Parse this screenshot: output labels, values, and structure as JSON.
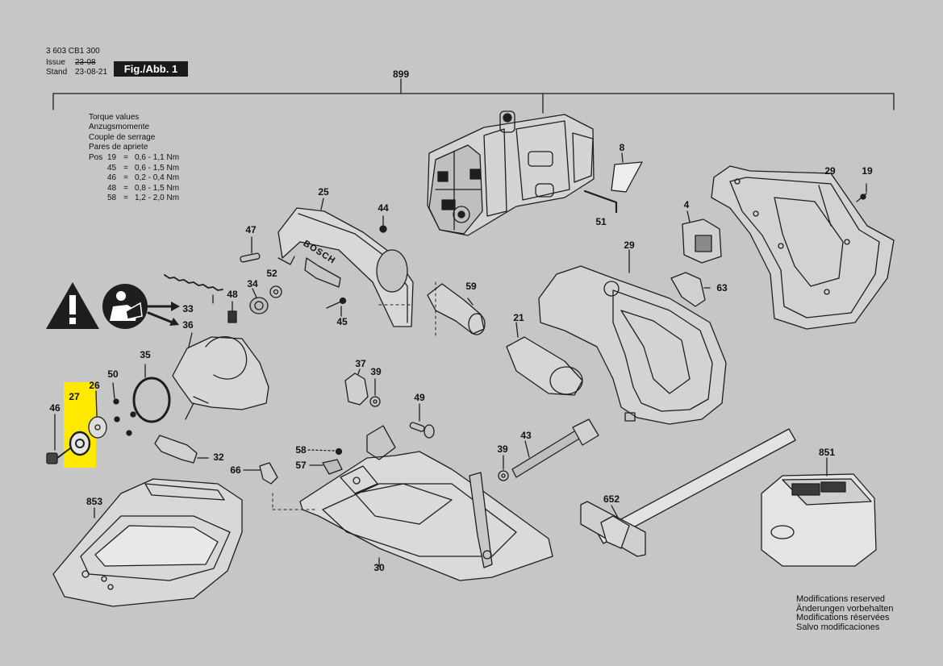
{
  "header": {
    "doc_number": "3 603 CB1 300",
    "issue_label": "Issue",
    "issue_value": "23-08",
    "stand_label": "Stand",
    "stand_value": "23-08-21",
    "figure_label": "Fig./Abb. 1"
  },
  "torque": {
    "lines": [
      "Torque values",
      "Anzugsmomente",
      "Couple de serrage",
      "Pares de apriete"
    ],
    "pos_label": "Pos",
    "rows": [
      {
        "pos": "19",
        "value": "0,6 - 1,1 Nm"
      },
      {
        "pos": "45",
        "value": "0,6 - 1,5 Nm"
      },
      {
        "pos": "46",
        "value": "0,2 - 0,4 Nm"
      },
      {
        "pos": "48",
        "value": "0,8 - 1,5 Nm"
      },
      {
        "pos": "58",
        "value": "1,2 - 2,0 Nm"
      }
    ]
  },
  "brand_text": "BOSCH",
  "parts": {
    "p899": "899",
    "p8": "8",
    "p29a": "29",
    "p19": "19",
    "p25": "25",
    "p44": "44",
    "p51": "51",
    "p4": "4",
    "p47": "47",
    "p29b": "29",
    "p63": "63",
    "p48": "48",
    "p34": "34",
    "p52": "52",
    "p59": "59",
    "p33": "33",
    "p45": "45",
    "p36": "36",
    "p21": "21",
    "p35": "35",
    "p37": "37",
    "p39a": "39",
    "p50": "50",
    "p26": "26",
    "p27": "27",
    "p46": "46",
    "p49": "49",
    "p43": "43",
    "p32": "32",
    "p58": "58",
    "p39b": "39",
    "p851": "851",
    "p57": "57",
    "p66": "66",
    "p853": "853",
    "p652": "652",
    "p30": "30"
  },
  "highlight_color": "#ffe900",
  "footer": {
    "lines": [
      "Modifications reserved",
      "Änderungen vorbehalten",
      "Modifications réservées",
      "Salvo modificaciones"
    ]
  }
}
